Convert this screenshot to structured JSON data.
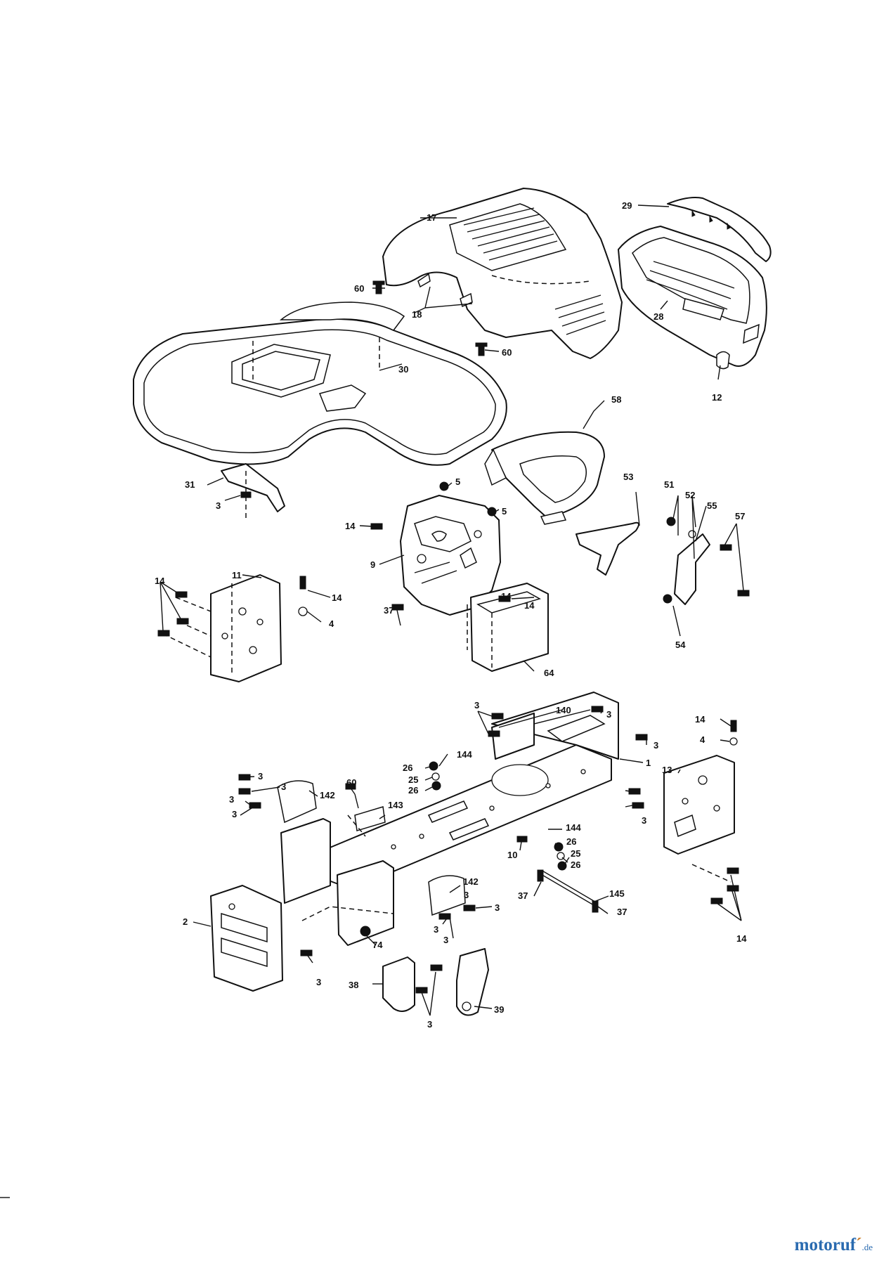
{
  "callouts": {
    "c17": "17",
    "c29": "29",
    "c60a": "60",
    "c18": "18",
    "c28": "28",
    "c60b": "60",
    "c30": "30",
    "c12": "12",
    "c58": "58",
    "c31": "31",
    "c5a": "5",
    "c3a": "3",
    "c5b": "5",
    "c53": "53",
    "c51": "51",
    "c52": "52",
    "c55": "55",
    "c57": "57",
    "c14a": "14",
    "c9": "9",
    "c11": "11",
    "c14b": "14",
    "c14c": "14",
    "c14d": "14",
    "c4a": "4",
    "c37a": "37",
    "c14e": "14",
    "c54": "54",
    "c64": "64",
    "c3b": "3",
    "c140": "140",
    "c3c": "3",
    "c14f": "14",
    "c3d": "3",
    "c4b": "4",
    "c144a": "144",
    "c1": "1",
    "c13": "13",
    "c26a": "26",
    "c25a": "25",
    "c26b": "26",
    "c3e": "3",
    "c3f": "3",
    "c60c": "60",
    "c3g": "3",
    "c142a": "142",
    "c143": "143",
    "c3h": "3",
    "c3i": "3",
    "c144b": "144",
    "c26c": "26",
    "c10": "10",
    "c25b": "25",
    "c26d": "26",
    "c142b": "142",
    "c37b": "37",
    "c145": "145",
    "c3j": "3",
    "c2": "2",
    "c3k": "3",
    "c37c": "37",
    "c3l": "3",
    "c3m": "3",
    "c74": "74",
    "c14g": "14",
    "c3n": "3",
    "c38": "38",
    "c3o": "3",
    "c39": "39"
  },
  "brand": {
    "main": "motoruf",
    "mark": "´",
    "domain": ".de"
  }
}
